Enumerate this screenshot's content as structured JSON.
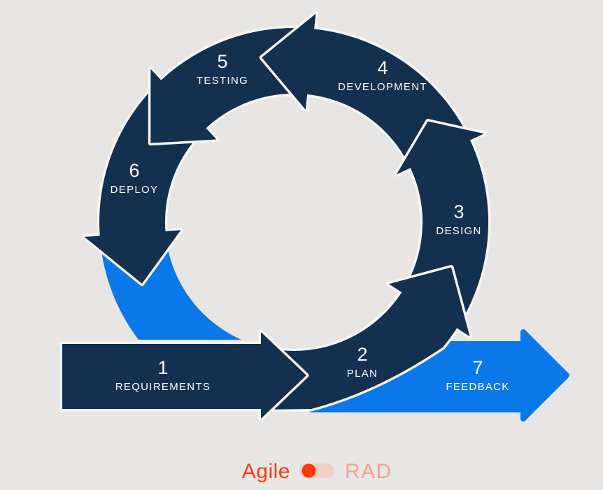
{
  "diagram": {
    "type": "software-development-lifecycle-loop",
    "stations": [
      {
        "number": "1",
        "label": "REQUIREMENTS"
      },
      {
        "number": "2",
        "label": "PLAN"
      },
      {
        "number": "3",
        "label": "DESIGN"
      },
      {
        "number": "4",
        "label": "DEVELOPMENT"
      },
      {
        "number": "5",
        "label": "TESTING"
      },
      {
        "number": "6",
        "label": "DEPLOY"
      },
      {
        "number": "7",
        "label": "FEEDBACK"
      }
    ],
    "colors": {
      "background": "#e7e6e5",
      "navy": "#14304f",
      "blue": "#0a78e8",
      "outline": "#f5f5f3",
      "station_text": "#ffffff"
    }
  },
  "toggle": {
    "left_label": "Agile",
    "right_label": "RAD",
    "selected": "Agile",
    "left_label_color": "#fb3b12",
    "right_label_color": "#f4a28e",
    "track_color": "#f4cfc5",
    "knob_color": "#fa3a0c"
  }
}
